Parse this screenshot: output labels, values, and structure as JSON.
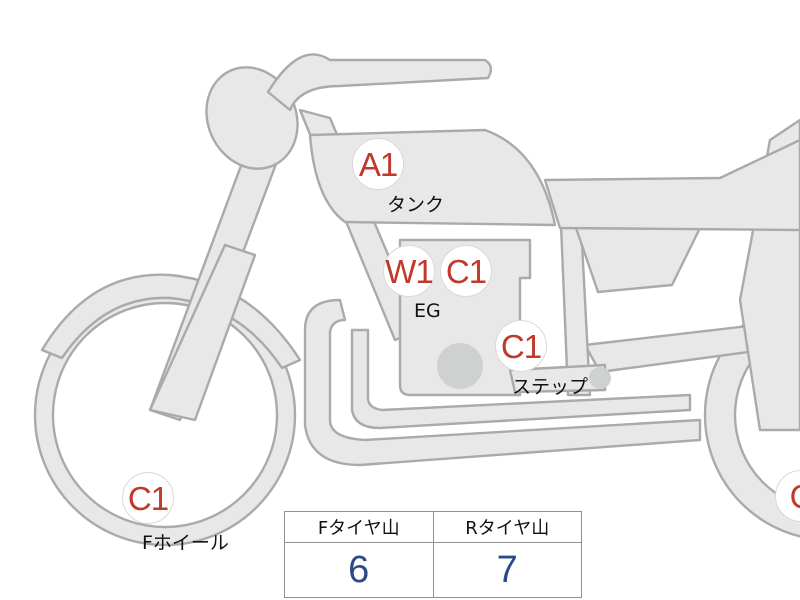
{
  "markers": [
    {
      "code": "A1",
      "label": "タンク"
    },
    {
      "code": "W1",
      "label": ""
    },
    {
      "code": "C1",
      "label": "EG"
    },
    {
      "code": "C1",
      "label": "ステップ"
    },
    {
      "code": "C1",
      "label": "Fホイール"
    },
    {
      "code": "C",
      "label": ""
    }
  ],
  "table": {
    "headers": [
      "Fタイヤ山",
      "Rタイヤ山"
    ],
    "values": [
      "6",
      "7"
    ]
  },
  "colors": {
    "code": "#c0392b",
    "value": "#2b4a86",
    "body": "#e7e8e7",
    "outline": "#a9abab"
  }
}
